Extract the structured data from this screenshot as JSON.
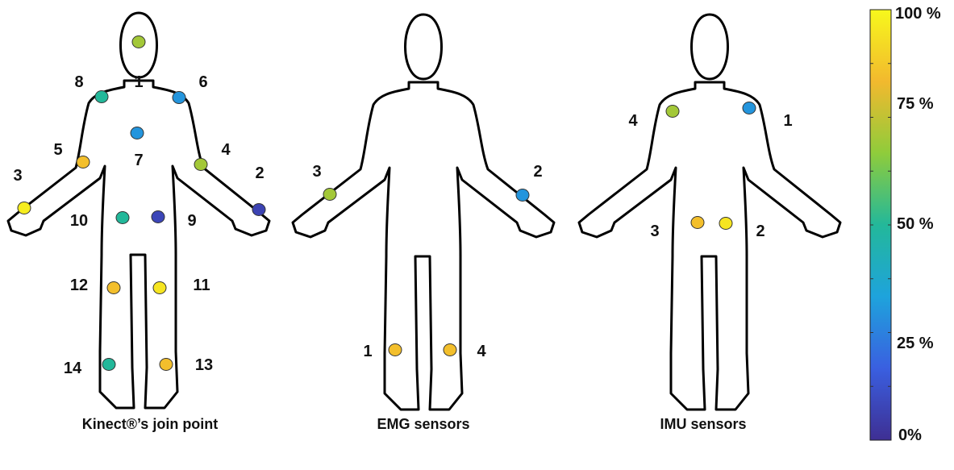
{
  "figures": [
    {
      "caption": "Kinect®’s join point",
      "points": [
        {
          "label": "",
          "value": 0.7
        },
        {
          "label": "1",
          "value": null
        },
        {
          "label": "6",
          "value": 0.3
        },
        {
          "label": "8",
          "value": 0.5
        },
        {
          "label": "7",
          "value": 0.3
        },
        {
          "label": "5",
          "value": 0.85
        },
        {
          "label": "4",
          "value": 0.7
        },
        {
          "label": "3",
          "value": 0.97
        },
        {
          "label": "2",
          "value": 0.07
        },
        {
          "label": "10",
          "value": 0.5
        },
        {
          "label": "9",
          "value": 0.08
        },
        {
          "label": "12",
          "value": 0.85
        },
        {
          "label": "11",
          "value": 0.95
        },
        {
          "label": "14",
          "value": 0.5
        },
        {
          "label": "13",
          "value": 0.85
        }
      ]
    },
    {
      "caption": "EMG sensors",
      "points": [
        {
          "label": "3",
          "value": 0.7
        },
        {
          "label": "2",
          "value": 0.3
        },
        {
          "label": "1",
          "value": 0.85
        },
        {
          "label": "4",
          "value": 0.85
        }
      ]
    },
    {
      "caption": "IMU sensors",
      "points": [
        {
          "label": "4",
          "value": 0.7
        },
        {
          "label": "1",
          "value": 0.3
        },
        {
          "label": "3",
          "value": 0.85
        },
        {
          "label": "2",
          "value": 0.95
        }
      ]
    }
  ],
  "colorbar": {
    "ticks": [
      "100 %",
      "75 %",
      "50 %",
      "25 %",
      "0%"
    ],
    "tick_values": [
      1.0,
      0.75,
      0.5,
      0.25,
      0.0
    ]
  },
  "colors": {
    "outline": "#000000",
    "colormap": [
      "#3e2f93",
      "#3a5fe0",
      "#1ea3dc",
      "#23b89a",
      "#8fcc3b",
      "#f2b92e",
      "#f7f81c"
    ]
  }
}
